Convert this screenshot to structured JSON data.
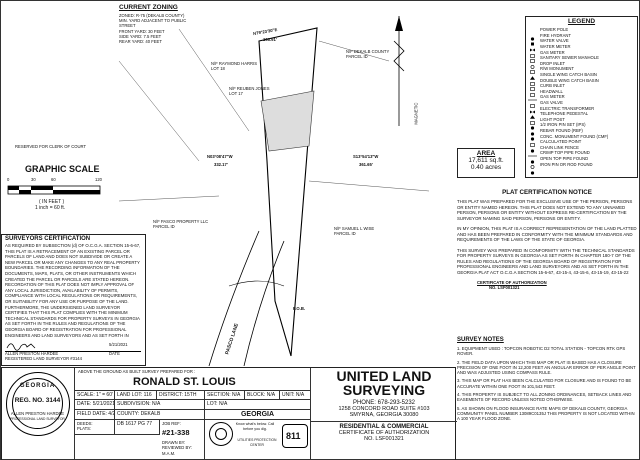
{
  "current_zoning": {
    "title": "CURRENT ZONING",
    "lines": [
      "ZONED: R-75 (DEKALB COUNTY)",
      "MIN. YARD ADJACENT TO PUBLIC STREET",
      "FRONT YARD: 30 FEET",
      "SIDE YARD: 7.5 FEET",
      "REAR YARD: 40 FEET"
    ],
    "clerk_note": "RESERVED FOR CLERK OF COURT"
  },
  "graphic_scale": {
    "title": "GRAPHIC SCALE",
    "ticks": [
      "0",
      "30",
      "60",
      "120"
    ],
    "unit": "( IN FEET )",
    "ratio": "1 inch = 60 ft."
  },
  "plan": {
    "bearing_top": "N79°23'30\"E",
    "distance_top": "106.91'",
    "bearing_left": "N03°08'47\"W",
    "distance_left": "332.17'",
    "bearing_right": "S13°54'13\"W",
    "distance_right": "361.65'",
    "area_title": "AREA",
    "area_sqft": "17,611 sq.ft.",
    "area_acres": "0.40 acres",
    "neighbors": [
      {
        "name": "N/F RAYMOND HARRIS",
        "lot": "LOT 18"
      },
      {
        "name": "N/F REUBEN JONES",
        "lot": "LOT 17"
      },
      {
        "name": "N/F DEKALB COUNTY",
        "lot": "PARCEL ID"
      },
      {
        "name": "N/F PASCO PROPERTY LLC",
        "lot": "PARCEL ID"
      },
      {
        "name": "N/F SAMUEL L WISE",
        "lot": "PARCEL ID"
      }
    ],
    "road": "PASCO LANE",
    "pob": "P.O.B.",
    "north": "MAGNETIC"
  },
  "legend": {
    "title": "LEGEND",
    "items": [
      "POWER POLE",
      "FIRE HYDRANT",
      "WATER VALVE",
      "WATER METER",
      "GAS METER",
      "SANITARY SEWER MANHOLE",
      "DROP INLET",
      "R/W MONUMENT",
      "SINGLE WING CATCH BASIN",
      "DOUBLE WING CATCH BASIN",
      "CURB INLET",
      "HEADWALL",
      "GAS METER",
      "GAS VALVE",
      "ELECTRIC TRANSFORMER",
      "TELEPHONE PEDESTAL",
      "LIGHT POST",
      "1/2 IRON PIN SET (IPS)",
      "REBAR FOUND (RBF)",
      "CONC. MONUMENT FOUND (CMF)",
      "CALCULATED POINT",
      "CHAIN LINK FENCE",
      "CRIMP TOP PIPE FOUND",
      "OPEN TOP PIPE FOUND",
      "IRON PIN OR ROD FOUND"
    ]
  },
  "plat_cert": {
    "title": "PLAT CERTIFICATION NOTICE",
    "paragraphs": [
      "THIS PLAT WAS PREPARED FOR THE EXCLUSIVE USE OF THE PERSON, PERSONS OR ENTITY NAMED HEREON. THIS PLAT DOES NOT EXTEND TO ANY UNNAMED PERSON, PERSONS OR ENTITY WITHOUT EXPRESS RE-CERTIFICATION BY THE SURVEYOR NAMING SAID PERSON, PERSONS OR ENTITY.",
      "IN MY OPINION, THIS PLAT IS A CORRECT REPRESENTATION OF THE LAND PLATTED AND HAS BEEN PREPARED IN CONFORMITY WITH THE MINIMUM STANDARDS AND REQUIREMENTS OF THE LAWS OF THE STATE OF GEORGIA.",
      "THIS SURVEY WAS PREPARED IN CONFORMITY WITH THE TECHNICAL STANDARDS FOR PROPERTY SURVEYS IN GEORGIA AS SET FORTH IN CHAPTER 180-7 OF THE RULES AND REGULATIONS OF THE GEORGIA BOARD OF REGISTRATION FOR PROFESSIONAL ENGINEERS AND LAND SURVEYORS AND AS SET FORTH IN THE GEORGIA PLAT ACT O.C.G.A SECTION 15-6-67, 43-15-4, 43-15-6, 43-15-19, 43-15-22"
    ],
    "auth_title": "CERTIFICATE OF AUTHORIZATION",
    "auth_no": "NO. LSF001321"
  },
  "survey_notes": {
    "title": "SURVEY NOTES",
    "items": [
      "1. EQUIPMENT USED : TOPCON ROBOTIC D2 TOTAL STATION - TOPCON RTK GPS ROVER.",
      "2. THE FIELD DATA UPON WHICH THIS MAP OR PLAT IS BASED HAS A CLOSURE PRECISION OF ONE FOOT IN 12,200 FEET AN ANGULAR ERROR OF PER ANGLE POINT AND WAS ADJUSTED USING COMPASS RULE.",
      "3. THIS MAP OR PLAT HAS BEEN CALCULATED FOR CLOSURE AND IS FOUND TO BE ACCURATE WITHIN ONE FOOT IN 101,543 FEET.",
      "4. THIS PROPERTY IS SUBJECT TO ALL ZONING ORDINANCES, SETBACK LINES AND EASEMENTS OF RECORD UNLESS NOTED OTHERWISE.",
      "5. AS SHOWN ON FLOOD INSURANCE RATE MAPS OF DEKALB COUNTY, GEORGIA COMMUNITY PANEL NUMBER 13089C0135J THIS PROPERTY IS NOT LOCATED WITHIN A 100 YEAR FLOOD ZONE."
    ]
  },
  "surveyor_cert": {
    "title": "SURVEYORS CERTIFICATION",
    "text": "AS REQUIRED BY SUBSECTION (d) OF O.C.G.A. SECTION 15-6-67, THIS PLAT IS A RETRACEMENT OF AN EXISTING PARCEL OR PARCELS OF LAND AND DOES NOT SUBDIVIDE OR CREATE A NEW PARCEL OR MAKE ANY CHANGES TO ANY REAL PROPERTY BOUNDARIES. THE RECORDING INFORMATION OF THE DOCUMENTS, MAPS, PLATS, OR OTHER INSTRUMENTS WHICH CREATED THE PARCEL OR PARCELS ARE STATED HEREON. RECORDATION OF THIS PLAT DOES NOT IMPLY APPROVAL OF ANY LOCAL JURISDICTION, AVAILABILITY OF PERMITS, COMPLIANCE WITH LOCAL REGULATIONS OR REQUIREMENTS, OR SUITABILITY FOR ANY USE OR PURPOSE OF THE LAND. FURTHERMORE, THE UNDERSIGNED LAND SURVEYOR CERTIFIES THAT THIS PLAT COMPLIES WITH THE MINIMUM TECHNICAL STANDARDS FOR PROPERTY SURVEYS IN GEORGIA AS SET FORTH IN THE RULES AND REGULATIONS OF THE GEORGIA BOARD OF REGISTRATION FOR PROFESSIONAL ENGINEERS AND LAND SURVEYORS AND AS SET FORTH IN O.C.G.A. SECTION 15-6-67.",
    "date": "5/21/2021",
    "name": "ALLEN PRESTON HARDEE",
    "reg": "REGISTERED LAND SURVEYOR #3144",
    "date_label": "DATE"
  },
  "seal": {
    "state": "GEORGIA",
    "reg": "REG. NO. 3144",
    "name": "ALLEN PRESTON HARDEE",
    "role": "PROFESSIONAL LAND SURVEYOR"
  },
  "title_block": {
    "prepared_for_label": "ABOVE THE GROUND AS BUILT SURVEY PREPARED FOR :",
    "client": "RONALD ST. LOUIS",
    "scale": "SCALE: 1\" = 60'",
    "land_lot": "LAND LOT: 116",
    "district": "DISTRICT: 15TH",
    "section": "SECTION: N/A",
    "block": "BLOCK: N/A",
    "unit": "UNIT: N/A",
    "date": "DATE: 5/21/2021",
    "subdivision": "SUBDIVISION: N/A",
    "lot": "LOT: N/A",
    "field_date": "FIELD DATE: 4/22/2021",
    "county": "COUNTY: DEKALB",
    "state": "GEORGIA",
    "deed_label": "DEEDS:",
    "plat_label": "PLATS:",
    "deed_book": "DB 1617 PG 77",
    "job_ref": "JOB REF:",
    "job_no": "#21-338",
    "drawn": "DRAWN BY:",
    "reviewed": "REVIEWED BY:",
    "reviewer": "M.A.M."
  },
  "company": {
    "name_line1": "UNITED LAND",
    "name_line2": "SURVEYING",
    "phone": "PHONE: 678-293-5232",
    "address1": "1258 CONCORD ROAD SUITE #103",
    "address2": "SMYRNA, GEORGIA 30080",
    "service1": "RESIDENTIAL & COMMERCIAL",
    "service2": "CERTIFICATE OF AUTHORIZATION",
    "cert_no": "NO. LSF001321",
    "know_what": "Know what's below. Call before you dig.",
    "utilities": "UTILITIES PROTECTION CENTER"
  }
}
